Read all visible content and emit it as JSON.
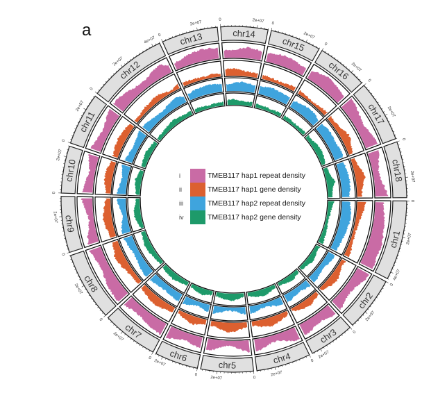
{
  "panel_label": "a",
  "chart_data": {
    "type": "circos",
    "title": "",
    "chromosomes": [
      {
        "name": "chr1",
        "length_mb": 44
      },
      {
        "name": "chr2",
        "length_mb": 30
      },
      {
        "name": "chr3",
        "length_mb": 25
      },
      {
        "name": "chr4",
        "length_mb": 30
      },
      {
        "name": "chr5",
        "length_mb": 29
      },
      {
        "name": "chr6",
        "length_mb": 24
      },
      {
        "name": "chr7",
        "length_mb": 31
      },
      {
        "name": "chr8",
        "length_mb": 38
      },
      {
        "name": "chr9",
        "length_mb": 31
      },
      {
        "name": "chr10",
        "length_mb": 26
      },
      {
        "name": "chr11",
        "length_mb": 29
      },
      {
        "name": "chr12",
        "length_mb": 44
      },
      {
        "name": "chr13",
        "length_mb": 31
      },
      {
        "name": "chr14",
        "length_mb": 26
      },
      {
        "name": "chr15",
        "length_mb": 28
      },
      {
        "name": "chr16",
        "length_mb": 28
      },
      {
        "name": "chr17",
        "length_mb": 34
      },
      {
        "name": "chr18",
        "length_mb": 31
      }
    ],
    "tick_labels": [
      "0",
      "2e+07",
      "4e+07"
    ],
    "tick_interval_mb": 20,
    "tracks": [
      {
        "id": "i",
        "name": "TMEB117 hap1 repeat density",
        "color": "#c96ba5",
        "profiles": [
          [
            0.55,
            0.6,
            0.65,
            0.75,
            0.8,
            0.85,
            0.9,
            0.85,
            0.9,
            0.95
          ],
          [
            0.9,
            0.85,
            0.7,
            0.55,
            0.5,
            0.55,
            0.7,
            0.8
          ],
          [
            0.85,
            0.7,
            0.55,
            0.6,
            0.75,
            0.85
          ],
          [
            0.9,
            0.8,
            0.6,
            0.45,
            0.5,
            0.7,
            0.85
          ],
          [
            0.85,
            0.65,
            0.45,
            0.3,
            0.45,
            0.7,
            0.8
          ],
          [
            0.8,
            0.65,
            0.5,
            0.55,
            0.7,
            0.85
          ],
          [
            0.85,
            0.8,
            0.7,
            0.6,
            0.55,
            0.6,
            0.75
          ],
          [
            0.9,
            0.85,
            0.8,
            0.7,
            0.6,
            0.55,
            0.7,
            0.8
          ],
          [
            0.75,
            0.65,
            0.45,
            0.3,
            0.4,
            0.6,
            0.75
          ],
          [
            0.7,
            0.6,
            0.45,
            0.4,
            0.55,
            0.7
          ],
          [
            0.7,
            0.6,
            0.5,
            0.45,
            0.55,
            0.7,
            0.8
          ],
          [
            0.85,
            0.8,
            0.7,
            0.6,
            0.5,
            0.45,
            0.55,
            0.7,
            0.85,
            0.5
          ],
          [
            0.45,
            0.55,
            0.7,
            0.75,
            0.8,
            0.75,
            0.7
          ],
          [
            0.5,
            0.55,
            0.6,
            0.75,
            0.7,
            0.6
          ],
          [
            0.55,
            0.65,
            0.75,
            0.7,
            0.6,
            0.5
          ],
          [
            0.6,
            0.75,
            0.85,
            0.8,
            0.7,
            0.6
          ],
          [
            0.9,
            0.85,
            0.7,
            0.6,
            0.55,
            0.65,
            0.8,
            0.9
          ],
          [
            0.75,
            0.6,
            0.45,
            0.4,
            0.5,
            0.7,
            0.85
          ]
        ]
      },
      {
        "id": "ii",
        "name": "TMEB117 hap1 gene density",
        "color": "#dc6030",
        "profiles": [
          [
            0.6,
            0.5,
            0.35,
            0.25,
            0.2,
            0.15,
            0.2,
            0.25,
            0.3,
            0.4
          ],
          [
            0.3,
            0.25,
            0.35,
            0.5,
            0.55,
            0.45,
            0.3,
            0.2
          ],
          [
            0.25,
            0.35,
            0.5,
            0.45,
            0.3,
            0.2
          ],
          [
            0.25,
            0.35,
            0.5,
            0.6,
            0.55,
            0.4,
            0.3
          ],
          [
            0.3,
            0.45,
            0.6,
            0.65,
            0.55,
            0.4,
            0.3
          ],
          [
            0.3,
            0.45,
            0.55,
            0.5,
            0.35,
            0.25
          ],
          [
            0.35,
            0.4,
            0.5,
            0.55,
            0.5,
            0.4,
            0.3
          ],
          [
            0.3,
            0.3,
            0.35,
            0.45,
            0.55,
            0.6,
            0.45,
            0.35
          ],
          [
            0.35,
            0.45,
            0.55,
            0.6,
            0.5,
            0.4,
            0.3
          ],
          [
            0.3,
            0.4,
            0.5,
            0.55,
            0.45,
            0.35
          ],
          [
            0.35,
            0.4,
            0.45,
            0.5,
            0.45,
            0.4,
            0.35
          ],
          [
            0.2,
            0.2,
            0.25,
            0.3,
            0.35,
            0.4,
            0.3,
            0.2,
            0.15,
            0.3
          ],
          [
            0.3,
            0.25,
            0.2,
            0.15,
            0.2,
            0.25,
            0.2
          ],
          [
            0.45,
            0.5,
            0.45,
            0.35,
            0.3,
            0.3
          ],
          [
            0.3,
            0.25,
            0.2,
            0.2,
            0.25,
            0.3
          ],
          [
            0.25,
            0.2,
            0.15,
            0.15,
            0.2,
            0.3
          ],
          [
            0.3,
            0.25,
            0.3,
            0.45,
            0.55,
            0.5,
            0.35,
            0.3
          ],
          [
            0.3,
            0.35,
            0.5,
            0.7,
            0.45,
            0.35,
            0.3
          ]
        ]
      },
      {
        "id": "iii",
        "name": "TMEB117 hap2 repeat density",
        "color": "#3fa4dd",
        "profiles": [
          [
            0.6,
            0.7,
            0.75,
            0.8,
            0.75,
            0.7,
            0.65,
            0.6,
            0.55,
            0.5
          ],
          [
            0.55,
            0.6,
            0.5,
            0.4,
            0.35,
            0.45,
            0.55,
            0.6
          ],
          [
            0.6,
            0.5,
            0.4,
            0.45,
            0.55,
            0.65
          ],
          [
            0.65,
            0.55,
            0.4,
            0.3,
            0.35,
            0.5,
            0.6
          ],
          [
            0.6,
            0.45,
            0.3,
            0.25,
            0.35,
            0.5,
            0.6
          ],
          [
            0.6,
            0.5,
            0.35,
            0.4,
            0.55,
            0.65
          ],
          [
            0.65,
            0.6,
            0.5,
            0.45,
            0.5,
            0.6,
            0.65
          ],
          [
            0.7,
            0.65,
            0.6,
            0.5,
            0.45,
            0.5,
            0.6,
            0.7
          ],
          [
            0.7,
            0.6,
            0.45,
            0.35,
            0.45,
            0.6,
            0.7
          ],
          [
            0.7,
            0.6,
            0.5,
            0.45,
            0.55,
            0.7
          ],
          [
            0.65,
            0.55,
            0.45,
            0.4,
            0.5,
            0.6,
            0.7
          ],
          [
            0.7,
            0.65,
            0.55,
            0.45,
            0.4,
            0.45,
            0.55,
            0.65,
            0.7,
            0.5
          ],
          [
            0.5,
            0.6,
            0.65,
            0.7,
            0.7,
            0.65,
            0.6
          ],
          [
            0.55,
            0.6,
            0.7,
            0.75,
            0.65,
            0.55
          ],
          [
            0.6,
            0.7,
            0.75,
            0.7,
            0.65,
            0.6
          ],
          [
            0.55,
            0.65,
            0.75,
            0.8,
            0.7,
            0.6
          ],
          [
            0.65,
            0.7,
            0.75,
            0.7,
            0.65,
            0.7,
            0.75,
            0.7
          ],
          [
            0.6,
            0.65,
            0.7,
            0.75,
            0.7,
            0.65,
            0.6
          ]
        ]
      },
      {
        "id": "iv",
        "name": "TMEB117 hap2 gene density",
        "color": "#1e9a6a",
        "profiles": [
          [
            0.5,
            0.4,
            0.3,
            0.25,
            0.2,
            0.25,
            0.3,
            0.35,
            0.4,
            0.45
          ],
          [
            0.35,
            0.3,
            0.4,
            0.5,
            0.55,
            0.45,
            0.35,
            0.3
          ],
          [
            0.3,
            0.4,
            0.5,
            0.45,
            0.35,
            0.3
          ],
          [
            0.3,
            0.4,
            0.55,
            0.6,
            0.55,
            0.4,
            0.3
          ],
          [
            0.3,
            0.45,
            0.6,
            0.65,
            0.55,
            0.45,
            0.35
          ],
          [
            0.35,
            0.45,
            0.55,
            0.5,
            0.4,
            0.3
          ],
          [
            0.35,
            0.4,
            0.5,
            0.55,
            0.5,
            0.45,
            0.35
          ],
          [
            0.3,
            0.35,
            0.4,
            0.5,
            0.55,
            0.5,
            0.4,
            0.35
          ],
          [
            0.3,
            0.4,
            0.55,
            0.6,
            0.5,
            0.4,
            0.3
          ],
          [
            0.3,
            0.4,
            0.5,
            0.55,
            0.45,
            0.35
          ],
          [
            0.35,
            0.4,
            0.45,
            0.5,
            0.45,
            0.4,
            0.35
          ],
          [
            0.3,
            0.3,
            0.35,
            0.4,
            0.45,
            0.5,
            0.4,
            0.35,
            0.3,
            0.4
          ],
          [
            0.3,
            0.35,
            0.3,
            0.25,
            0.3,
            0.35,
            0.3
          ],
          [
            0.45,
            0.5,
            0.45,
            0.4,
            0.35,
            0.4
          ],
          [
            0.35,
            0.3,
            0.3,
            0.25,
            0.3,
            0.35
          ],
          [
            0.3,
            0.3,
            0.25,
            0.25,
            0.3,
            0.35
          ],
          [
            0.35,
            0.3,
            0.4,
            0.5,
            0.55,
            0.5,
            0.4,
            0.35
          ],
          [
            0.35,
            0.4,
            0.55,
            0.75,
            0.5,
            0.4,
            0.35
          ]
        ]
      }
    ],
    "legend": {
      "position": "center",
      "items": [
        {
          "num": "i",
          "label": "TMEB117 hap1 repeat density",
          "color": "#c96ba5"
        },
        {
          "num": "ii",
          "label": "TMEB117 hap1 gene density",
          "color": "#dc6030"
        },
        {
          "num": "iii",
          "label": "TMEB117 hap2 repeat density",
          "color": "#3fa4dd"
        },
        {
          "num": "iv",
          "label": "TMEB117 hap2 gene density",
          "color": "#1e9a6a"
        }
      ]
    },
    "ideogram_color": "#e0e0e0"
  }
}
